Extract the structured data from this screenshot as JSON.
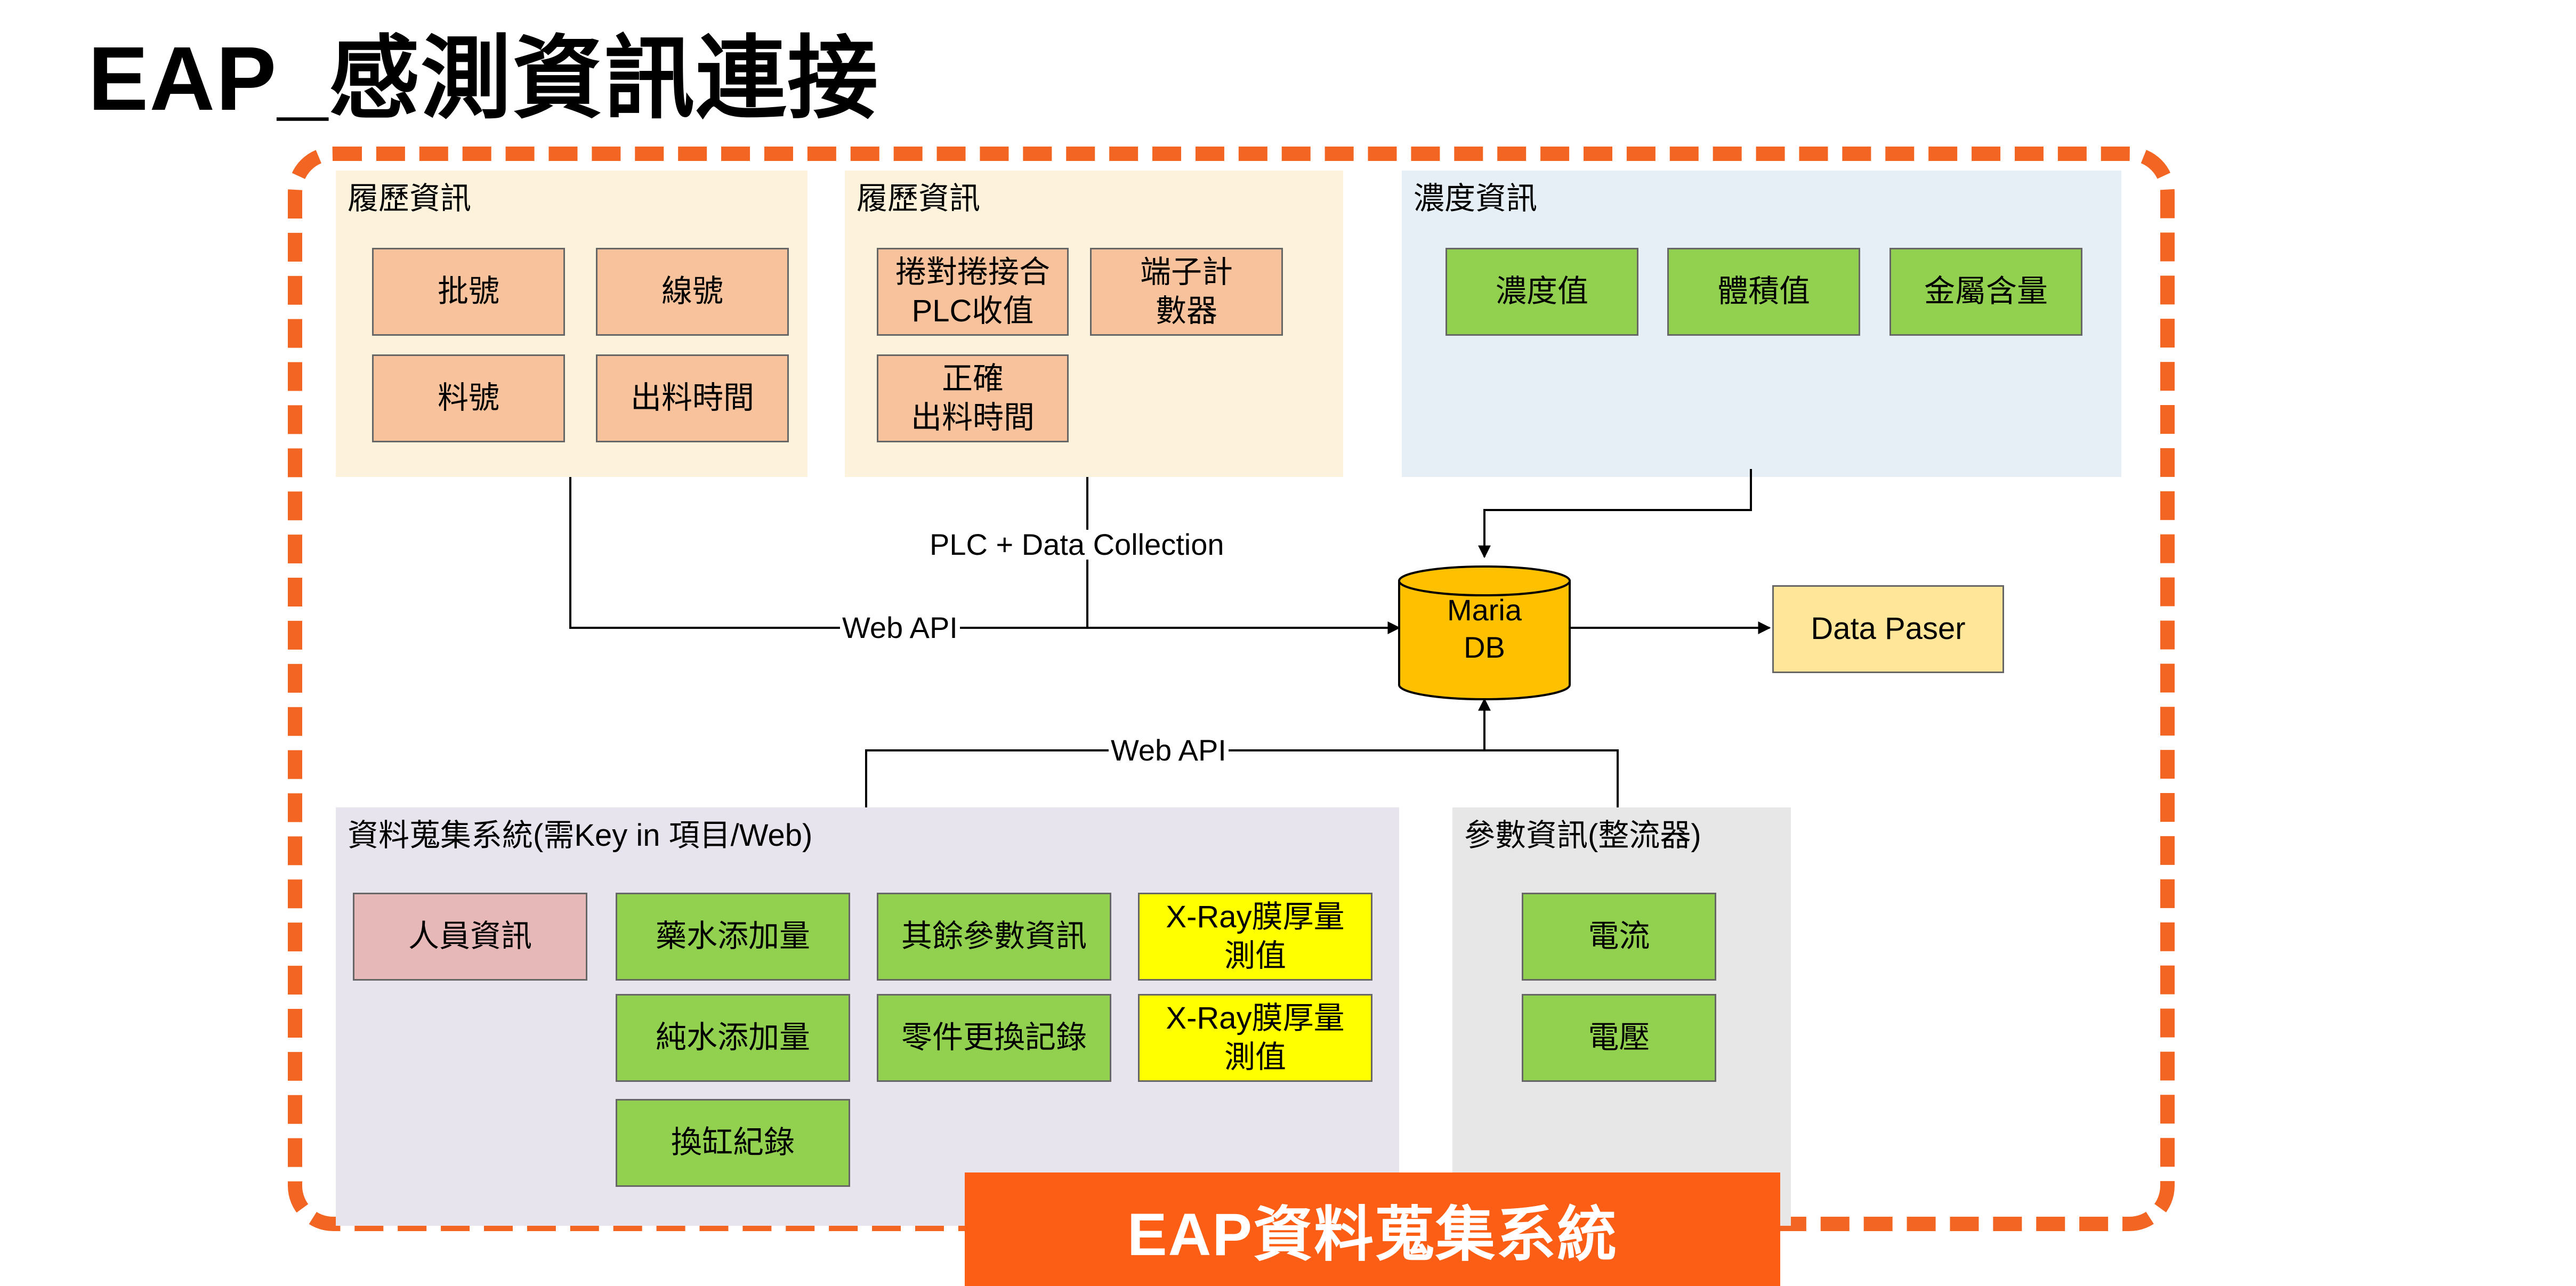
{
  "title": "EAP_感測資訊連接",
  "banner": "EAP資料蒐集系統",
  "groups": {
    "history1": {
      "label": "履歷資訊",
      "items": [
        "批號",
        "線號",
        "料號",
        "出料時間"
      ]
    },
    "history2": {
      "label": "履歷資訊",
      "items": [
        "捲對捲接合\nPLC收值",
        "端子計\n數器",
        "正確\n出料時間"
      ]
    },
    "concentration": {
      "label": "濃度資訊",
      "items": [
        "濃度值",
        "體積值",
        "金屬含量"
      ]
    },
    "collection": {
      "label": "資料蒐集系統(需Key in 項目/Web)",
      "items": [
        "人員資訊",
        "藥水添加量",
        "其餘參數資訊",
        "X-Ray膜厚量\n測值",
        "純水添加量",
        "零件更換記錄",
        "X-Ray膜厚量\n測值",
        "換缸紀錄"
      ]
    },
    "params": {
      "label": "參數資訊(整流器)",
      "items": [
        "電流",
        "電壓"
      ]
    }
  },
  "db": {
    "line1": "Maria",
    "line2": "DB"
  },
  "parser": "Data Paser",
  "edge_labels": {
    "plc": "PLC + Data Collection",
    "webapi_top": "Web API",
    "webapi_bottom": "Web API"
  },
  "colors": {
    "accent_orange": "#f26522",
    "banner_orange": "#fb5e14",
    "peach": "#f8c39c",
    "green": "#92d050",
    "yellow": "#ffff00",
    "pink": "#e6b8b7",
    "db_gold": "#ffc000",
    "parser_cream": "#ffe699"
  }
}
